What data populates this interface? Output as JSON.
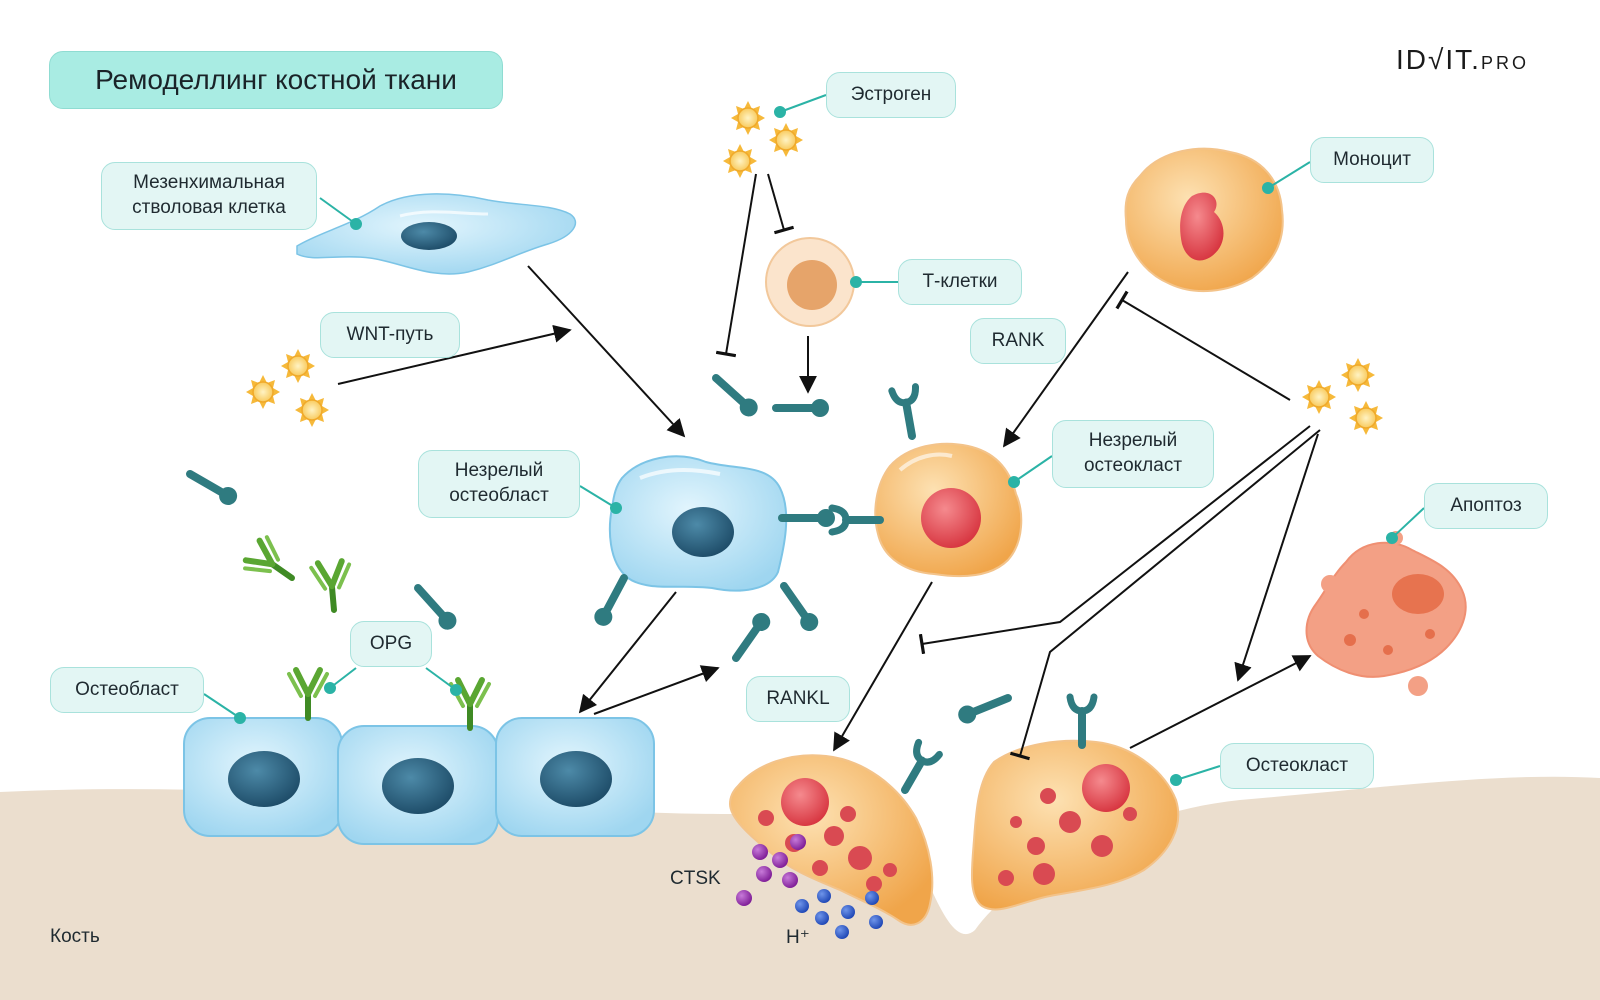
{
  "title": "Ремоделлинг костной ткани",
  "logo": {
    "main": "ID√IT.",
    "suffix": "PRO"
  },
  "labels": {
    "estrogen": "Эстроген",
    "monocyte": "Моноцит",
    "msc": "Мезенхимальная\nстволовая клетка",
    "t_cells": "Т-клетки",
    "wnt": "WNT-путь",
    "rank": "RANK",
    "immature_osteoblast": "Незрелый\nостеобласт",
    "immature_osteoclast": "Незрелый\nостеокласт",
    "apoptosis": "Апоптоз",
    "opg": "OPG",
    "osteoblast": "Остеобласт",
    "rankl": "RANKL",
    "osteoclast": "Остеокласт",
    "ctsk": "CTSK",
    "h_plus": "H⁺",
    "bone": "Кость"
  },
  "colors": {
    "teal_label_bg": "#e3f6f4",
    "title_bg": "#a9ece3",
    "blue_cell": "#bfe6f7",
    "orange_cell": "#f6c27c",
    "receptor": "#2f7b80",
    "antibody": "#4f9a2d",
    "bone": "#ebdece"
  }
}
